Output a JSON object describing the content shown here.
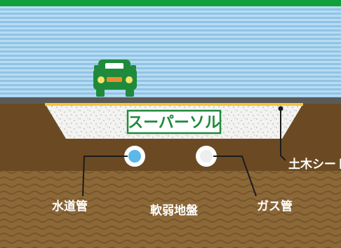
{
  "diagram": {
    "product_label": "スーパーソル",
    "labels": {
      "geotextile": "土木シート",
      "water_pipe": "水道管",
      "gas_pipe": "ガス管",
      "soft_ground": "軟弱地盤"
    },
    "colors": {
      "top_band": "#12a03c",
      "sky_dark": "#86bfe2",
      "sky_light": "#b9dcf1",
      "road": "#5a5a5a",
      "sheet": "#f5c43a",
      "soil": "#6b4a23",
      "deep_soil": "#8e6a3c",
      "car": "#1f8a3c",
      "water_pipe": "#5bb8e8",
      "gas_pipe": "#f4f4f4"
    },
    "icons": [
      "car-icon",
      "water-pipe-icon",
      "gas-pipe-icon"
    ]
  }
}
